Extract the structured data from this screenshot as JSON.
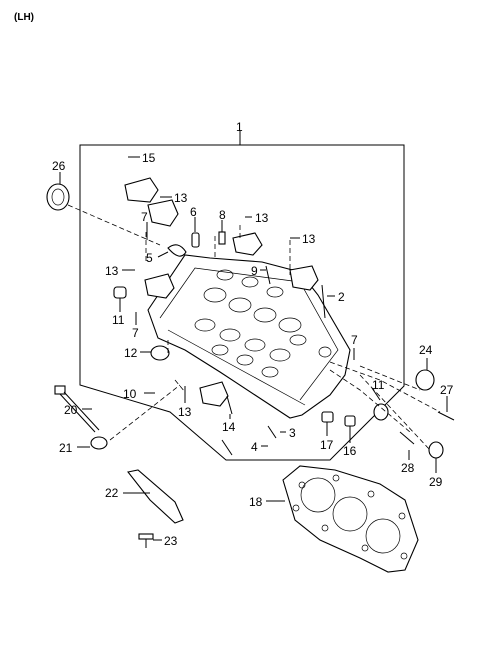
{
  "header": {
    "variant": "(LH)"
  },
  "callouts": {
    "c1": "1",
    "c2": "2",
    "c3": "3",
    "c4": "4",
    "c5": "5",
    "c6": "6",
    "c7a": "7",
    "c7b": "7",
    "c7c": "7",
    "c8": "8",
    "c9": "9",
    "c10": "10",
    "c11a": "11",
    "c11b": "11",
    "c12": "12",
    "c13a": "13",
    "c13b": "13",
    "c13c": "13",
    "c13d": "13",
    "c13e": "13",
    "c14": "14",
    "c15": "15",
    "c16": "16",
    "c17": "17",
    "c18": "18",
    "c20": "20",
    "c21": "21",
    "c22": "22",
    "c23": "23",
    "c24": "24",
    "c26": "26",
    "c27": "27",
    "c28": "28",
    "c29": "29"
  }
}
